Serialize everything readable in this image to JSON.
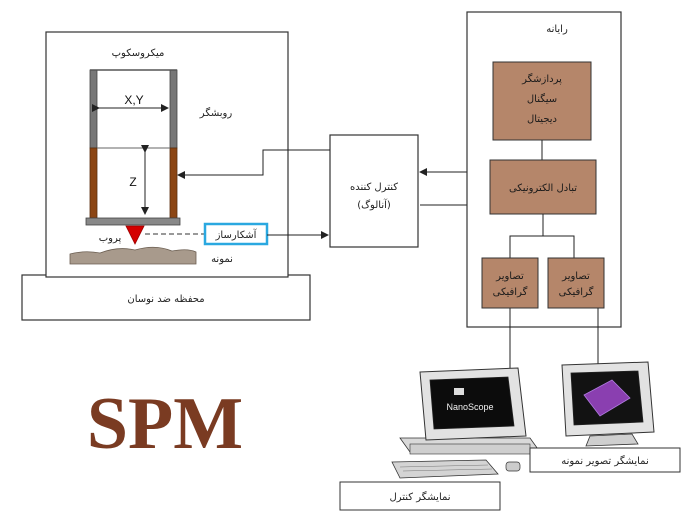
{
  "labels": {
    "microscope": "میکروسکوپ",
    "scanner": "روبشگر",
    "xy_axis": "X,Y",
    "z_axis": "Z",
    "probe": "پروب",
    "sample": "نمونه",
    "detector": "آشکارساز",
    "vibration_isolation": "محفظه ضد نوسان",
    "controller_line1": "کنترل کننده",
    "controller_line2": "(آنالوگ)",
    "computer": "رایانه",
    "dsp_line1": "پردازشگر",
    "dsp_line2": "سیگنال",
    "dsp_line3": "دیجیتال",
    "electronic_exchange": "تبادل الکترونیکی",
    "graphics1_line1": "تصاویر",
    "graphics1_line2": "گرافیکی",
    "graphics2_line1": "تصاویر",
    "graphics2_line2": "گرافیکی",
    "control_monitor": "نمایشگر کنترل",
    "sample_monitor": "نمایشگر تصویر نمونه",
    "nanoscope": "NanoScope",
    "title": "SPM"
  },
  "colors": {
    "brown_box": "#b5866a",
    "scanner_brown": "#8b4513",
    "spm_text": "#7a3b22",
    "detector_border": "#2aa8e0",
    "probe_red": "#d40000"
  }
}
